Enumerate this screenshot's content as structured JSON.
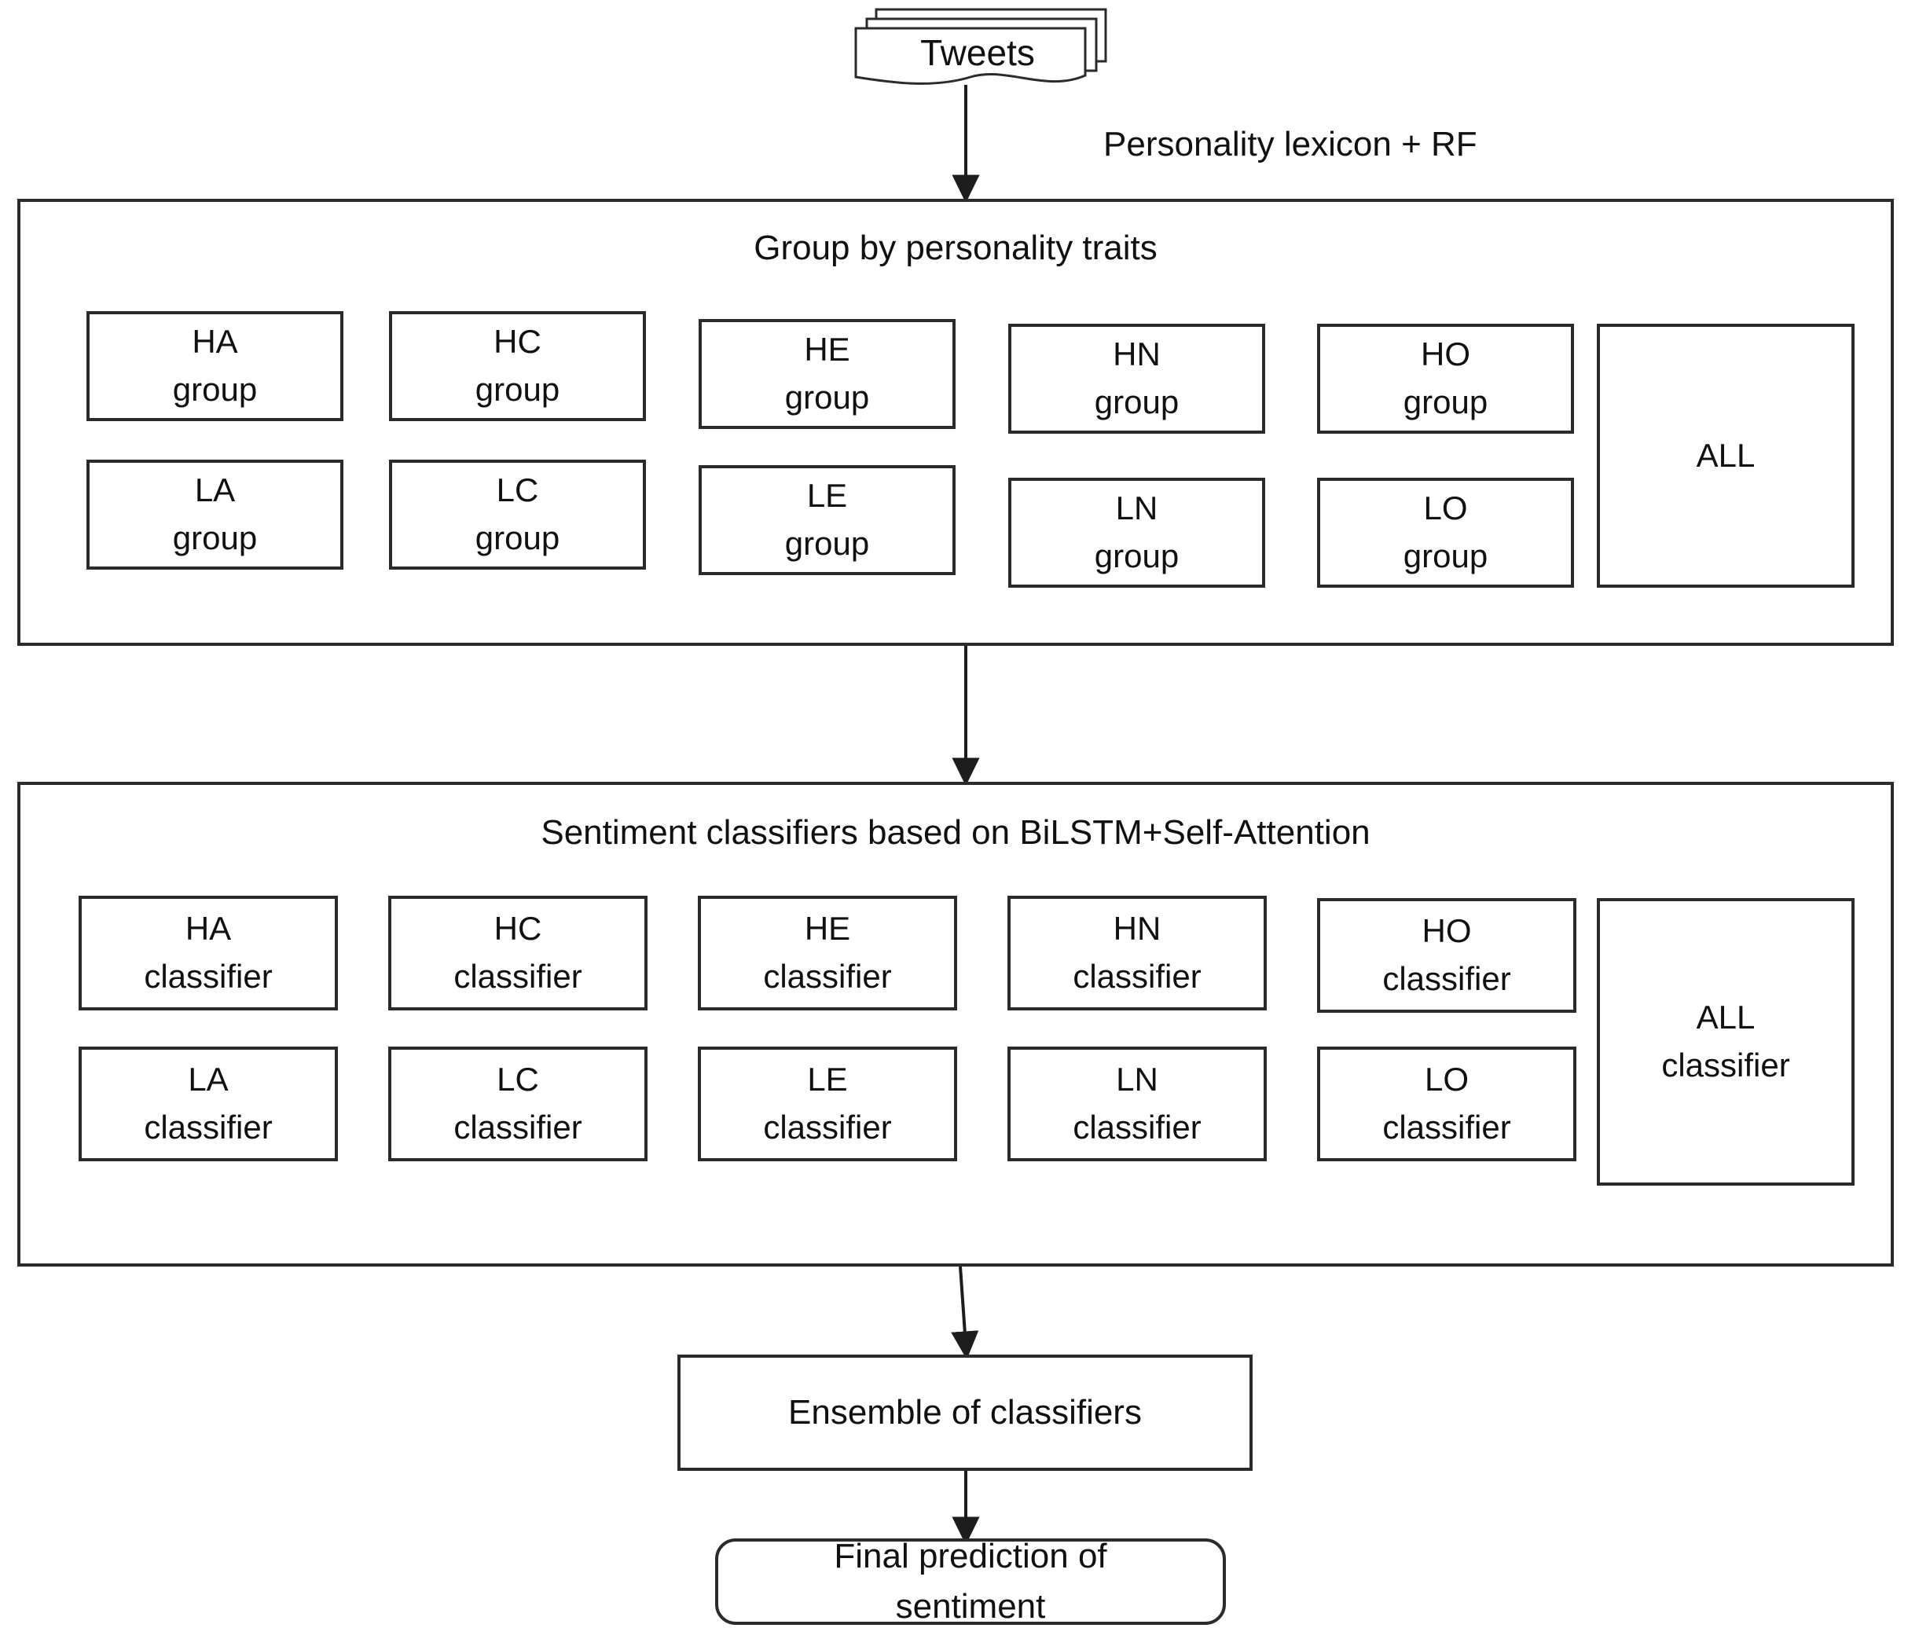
{
  "diagram": {
    "source": {
      "label": "Tweets",
      "icon": "multi-document-icon"
    },
    "edge_labels": {
      "tweets_to_groups": "Personality lexicon + RF"
    },
    "sections": [
      {
        "id": "group-section",
        "title": "Group by personality traits",
        "nodes": [
          {
            "id": "ha-group",
            "line1": "HA",
            "line2": "group"
          },
          {
            "id": "hc-group",
            "line1": "HC",
            "line2": "group"
          },
          {
            "id": "he-group",
            "line1": "HE",
            "line2": "group"
          },
          {
            "id": "hn-group",
            "line1": "HN",
            "line2": "group"
          },
          {
            "id": "ho-group",
            "line1": "HO",
            "line2": "group"
          },
          {
            "id": "la-group",
            "line1": "LA",
            "line2": "group"
          },
          {
            "id": "lc-group",
            "line1": "LC",
            "line2": "group"
          },
          {
            "id": "le-group",
            "line1": "LE",
            "line2": "group"
          },
          {
            "id": "ln-group",
            "line1": "LN",
            "line2": "group"
          },
          {
            "id": "lo-group",
            "line1": "LO",
            "line2": "group"
          },
          {
            "id": "all-group",
            "line1": "ALL",
            "line2": ""
          }
        ]
      },
      {
        "id": "classifier-section",
        "title": "Sentiment classifiers based on BiLSTM+Self-Attention",
        "nodes": [
          {
            "id": "ha-classifier",
            "line1": "HA",
            "line2": "classifier"
          },
          {
            "id": "hc-classifier",
            "line1": "HC",
            "line2": "classifier"
          },
          {
            "id": "he-classifier",
            "line1": "HE",
            "line2": "classifier"
          },
          {
            "id": "hn-classifier",
            "line1": "HN",
            "line2": "classifier"
          },
          {
            "id": "ho-classifier",
            "line1": "HO",
            "line2": "classifier"
          },
          {
            "id": "la-classifier",
            "line1": "LA",
            "line2": "classifier"
          },
          {
            "id": "lc-classifier",
            "line1": "LC",
            "line2": "classifier"
          },
          {
            "id": "le-classifier",
            "line1": "LE",
            "line2": "classifier"
          },
          {
            "id": "ln-classifier",
            "line1": "LN",
            "line2": "classifier"
          },
          {
            "id": "lo-classifier",
            "line1": "LO",
            "line2": "classifier"
          },
          {
            "id": "all-classifier",
            "line1": "ALL",
            "line2": "classifier"
          }
        ]
      }
    ],
    "ensemble": {
      "id": "ensemble-box",
      "label": "Ensemble of classifiers"
    },
    "final": {
      "id": "final-box",
      "line1": "Final prediction of",
      "line2": "sentiment"
    },
    "colors": {
      "stroke": "#2b2b2b",
      "text": "#111111",
      "background": "#ffffff"
    }
  }
}
